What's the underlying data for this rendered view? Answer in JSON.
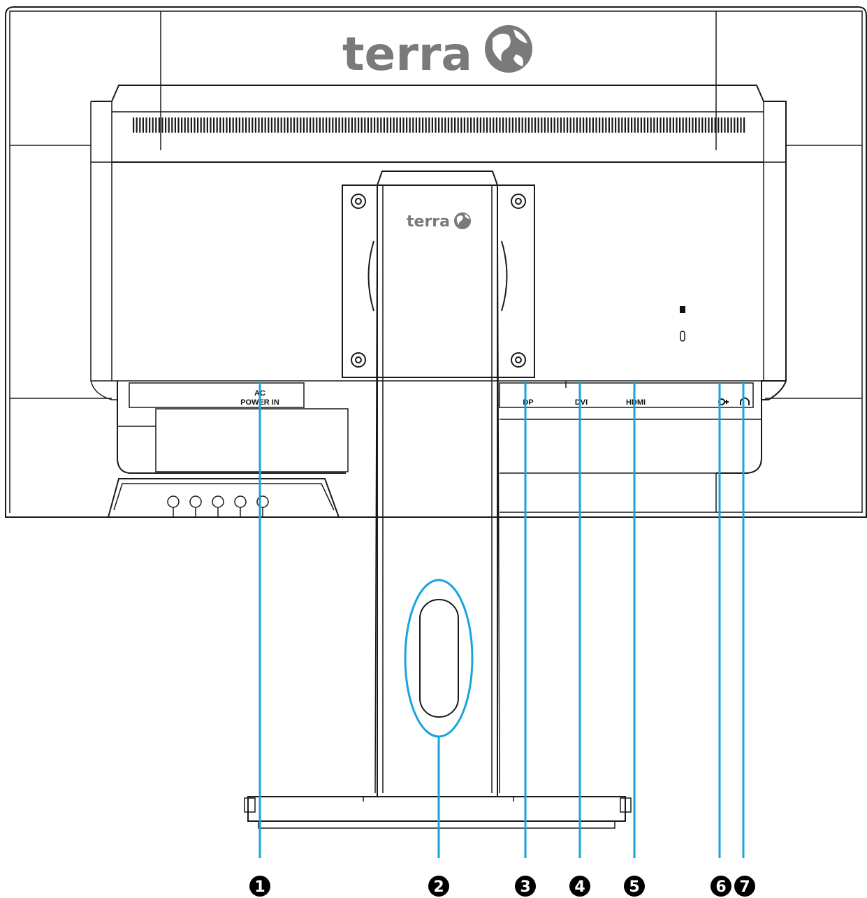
{
  "brand": {
    "logo_text": "terra",
    "stand_logo_text": "terra"
  },
  "ports": {
    "power": [
      "AC",
      "POWER IN"
    ],
    "dp": "DP",
    "dvi": "DVI",
    "hdmi": "HDMI"
  },
  "callouts": [
    "1",
    "2",
    "3",
    "4",
    "5",
    "6",
    "7"
  ]
}
